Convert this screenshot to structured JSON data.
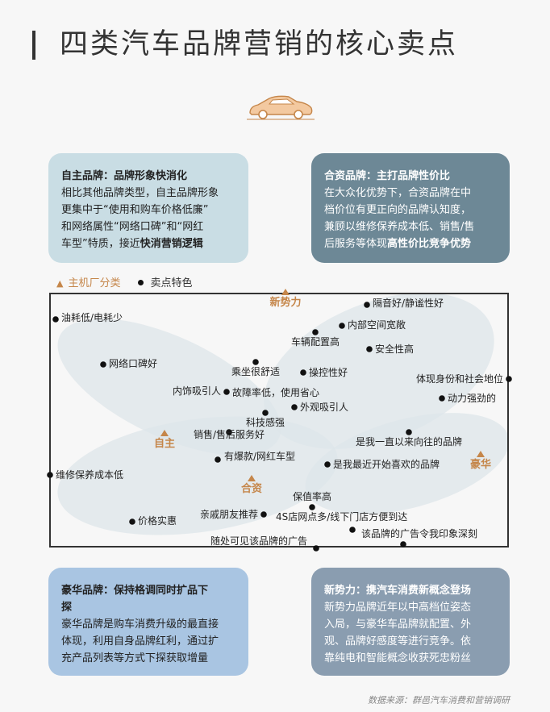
{
  "title": "四类汽车品牌营销的核心卖点",
  "cards": [
    {
      "heading": "自主品牌：品牌形象快消化",
      "lines": [
        "相比其他品牌类型，自主品牌形象",
        "更集中于“使用和购车价格低廉”",
        "和网络属性“网络口碑”和“网红"
      ],
      "last_plain": "车型”特质，接近",
      "last_bold": "快消营销逻辑"
    },
    {
      "heading": "合资品牌：主打品牌性价比",
      "lines": [
        "在大众化优势下，合资品牌在中",
        "档价位有更正向的品牌认知度，",
        "兼顾以维修保养成本低、销售/售"
      ],
      "last_plain": "后服务等体现",
      "last_bold": "高性价比竞争优势"
    },
    {
      "heading": "豪华品牌：保持格调同时扩品下",
      "lines": [
        "探",
        "豪华品牌是购车消费升级的最直接",
        "体现，利用自身品牌红利，通过扩",
        "充产品列表等方式下探获取增量"
      ]
    },
    {
      "heading": "新势力：携汽车消费新概念登场",
      "lines": [
        "新势力品牌近年以中高档位姿态",
        "入局，与豪华车品牌就配置、外",
        "观、品牌好感度等进行竞争。依",
        "靠纯电和智能概念收获死忠粉丝"
      ]
    }
  ],
  "legend": {
    "triangle_label": "主机厂分类",
    "dot_label": "卖点特色"
  },
  "colors": {
    "accent": "#c5864a",
    "frame": "#333333",
    "ellipse": "#dde6ea"
  },
  "categories": [
    "新势力",
    "自主",
    "合资",
    "豪华"
  ],
  "features": [
    "隔音好/静谧性好",
    "油耗低/电耗少",
    "内部空间宽敞",
    "车辆配置高",
    "安全性高",
    "网络口碑好",
    "乘坐很舒适",
    "操控性好",
    "体现身份和社会地位",
    "内饰吸引人",
    "故障率低，使用省心",
    "动力强劲的",
    "外观吸引人",
    "科技感强",
    "是我一直以来向往的品牌",
    "销售/售后服务好",
    "有爆款/网红车型",
    "是我最近开始喜欢的品牌",
    "维修保养成本低",
    "保值率高",
    "亲戚朋友推荐",
    "4S店网点多/线下门店方便到达",
    "价格实惠",
    "该品牌的广告令我印象深刻",
    "随处可见该品牌的广告"
  ],
  "source": "数据来源：群邑汽车消费和营销调研"
}
